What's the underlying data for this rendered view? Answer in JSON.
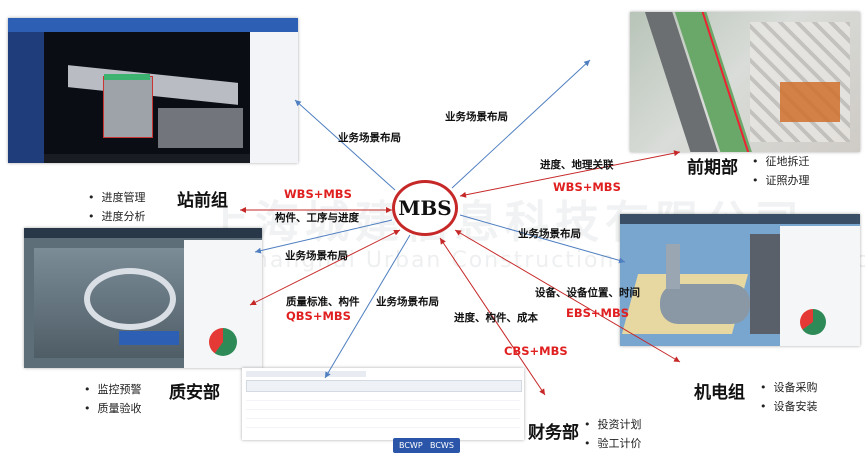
{
  "watermark": {
    "cn": "上海城建信息科技有限公司",
    "en": "Shanghai Urban Construction Information Technology"
  },
  "hub": {
    "label": "MBS"
  },
  "departments": {
    "zhanqian": {
      "name": "站前组",
      "items": [
        "进度管理",
        "进度分析"
      ]
    },
    "qianqi": {
      "name": "前期部",
      "items": [
        "征地拆迁",
        "证照办理"
      ]
    },
    "zhian": {
      "name": "质安部",
      "items": [
        "监控预警",
        "质量验收"
      ]
    },
    "jidian": {
      "name": "机电组",
      "items": [
        "设备采购",
        "设备安装"
      ]
    },
    "caiwu": {
      "name": "财务部",
      "items": [
        "投资计划",
        "验工计价"
      ]
    }
  },
  "links": {
    "top_left": "业务场景布局",
    "top_right": "业务场景布局",
    "qianqi_note": "进度、地理关联",
    "qianqi_red": "WBS+MBS",
    "zhanqian_red": "WBS+MBS",
    "zhanqian_note": "构件、工序与进度",
    "left_mid": "业务场景布局",
    "right_mid": "业务场景布局",
    "zhian_note": "质量标准、构件",
    "zhian_red": "QBS+MBS",
    "bottom_mid": "业务场景布局",
    "jidian_note": "设备、设备位置、时间",
    "jidian_red": "EBS+MBS",
    "caiwu_note": "进度、构件、成本",
    "caiwu_red": "CBS+MBS"
  },
  "finance": {
    "left_button": "BCWP",
    "right_button": "BCWS"
  },
  "colors": {
    "arrow_blue": "#4f7fc0",
    "arrow_red": "#c62828",
    "text_red": "#e02020"
  }
}
